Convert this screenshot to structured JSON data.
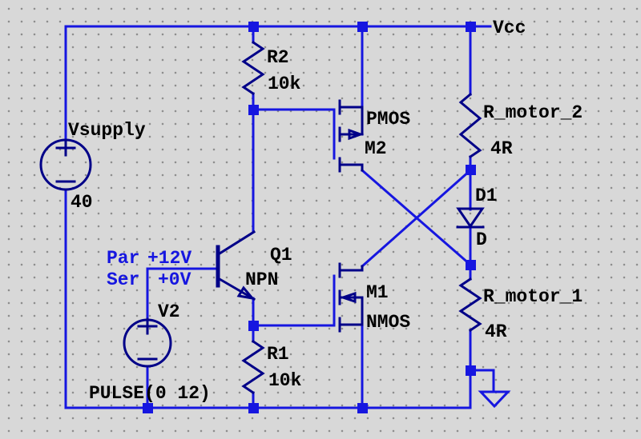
{
  "colors": {
    "background": "#d8d8d8",
    "grid_dot": "#8e8e8e",
    "wire": "#1616e0",
    "symbol": "#000088",
    "label_text": "#000000",
    "annotation_text": "#1616e0"
  },
  "nets": {
    "vcc": "Vcc"
  },
  "annotations": {
    "par_label": "Par",
    "par_value": "+12V",
    "ser_label": "Ser",
    "ser_value": "+0V"
  },
  "components": {
    "vsupply": {
      "name": "Vsupply",
      "value": "40"
    },
    "v2": {
      "name": "V2",
      "value": "PULSE(0 12)"
    },
    "r2": {
      "name": "R2",
      "value": "10k"
    },
    "r1": {
      "name": "R1",
      "value": "10k"
    },
    "r_motor_2": {
      "name": "R_motor_2",
      "value": "4R"
    },
    "r_motor_1": {
      "name": "R_motor_1",
      "value": "4R"
    },
    "m2": {
      "name": "M2",
      "type": "PMOS"
    },
    "m1": {
      "name": "M1",
      "type": "NMOS"
    },
    "q1": {
      "name": "Q1",
      "type": "NPN"
    },
    "d1": {
      "name": "D1",
      "type": "D"
    }
  }
}
